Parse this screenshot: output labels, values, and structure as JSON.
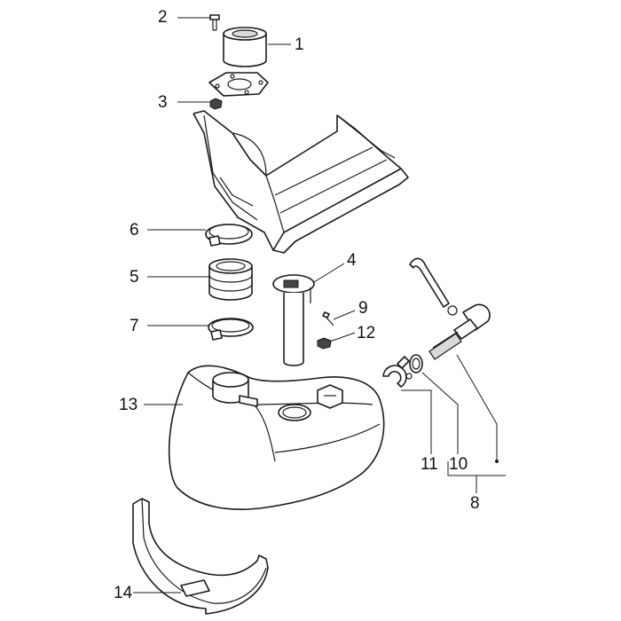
{
  "callouts": {
    "c1": "1",
    "c2": "2",
    "c3": "3",
    "c4": "4",
    "c5": "5",
    "c6": "6",
    "c7": "7",
    "c8": "8",
    "c9": "9",
    "c10": "10",
    "c11": "11",
    "c12": "12",
    "c13": "13",
    "c14": "14"
  },
  "colors": {
    "line": "#1a1a1a",
    "fill": "#ffffff",
    "shade": "#d9d9d9"
  }
}
